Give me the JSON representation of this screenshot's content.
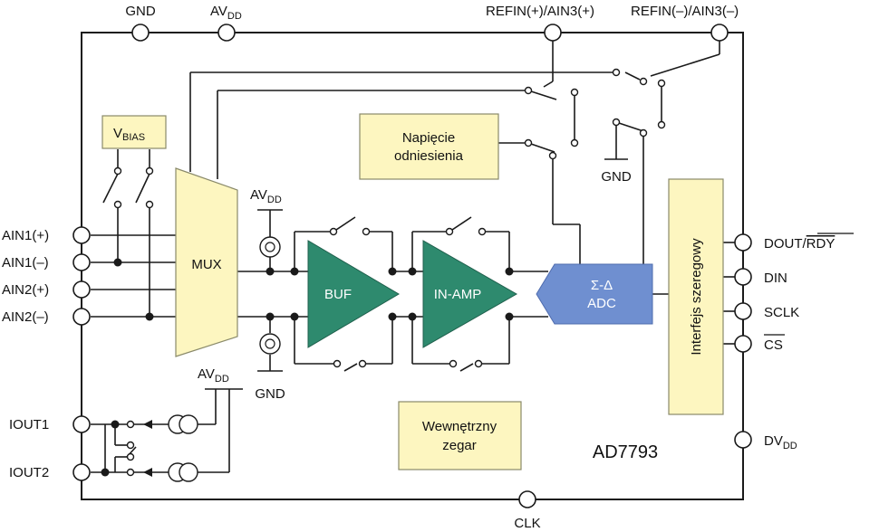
{
  "colors": {
    "block_fill": "#fdf6c0",
    "block_stroke": "#8a8a6a",
    "amp_fill": "#2e8a6e",
    "adc_fill": "#6f8fd0",
    "wire": "#1a1a1a"
  },
  "pins": {
    "gnd_top": "GND",
    "avdd_top": {
      "main": "AV",
      "sub": "DD"
    },
    "refin_pos": "REFIN(+)/AIN3(+)",
    "refin_neg": "REFIN(–)/AIN3(–)",
    "ain1_pos": "AIN1(+)",
    "ain1_neg": "AIN1(–)",
    "ain2_pos": "AIN2(+)",
    "ain2_neg": "AIN2(–)",
    "iout1": "IOUT1",
    "iout2": "IOUT2",
    "dout": {
      "main": "DOUT/",
      "over": "RDY"
    },
    "din": "DIN",
    "sclk": "SCLK",
    "cs": "CS",
    "dvdd": {
      "main": "DV",
      "sub": "DD"
    },
    "clk": "CLK"
  },
  "blocks": {
    "vbias": {
      "main": "V",
      "sub": "BIAS"
    },
    "mux": "MUX",
    "buf": "BUF",
    "inamp": "IN-AMP",
    "adc": {
      "line1": "Σ-Δ",
      "line2": "ADC"
    },
    "vref": {
      "line1": "Napięcie",
      "line2": "odniesienia"
    },
    "serial": "Interfejs szeregowy",
    "clock": {
      "line1": "Wewnętrzny",
      "line2": "zegar"
    }
  },
  "labels": {
    "avdd_bias": {
      "main": "AV",
      "sub": "DD"
    },
    "gnd_bias": "GND",
    "gnd_ref": "GND",
    "avdd_iout": {
      "main": "AV",
      "sub": "DD"
    },
    "chip_name": "AD7793"
  }
}
